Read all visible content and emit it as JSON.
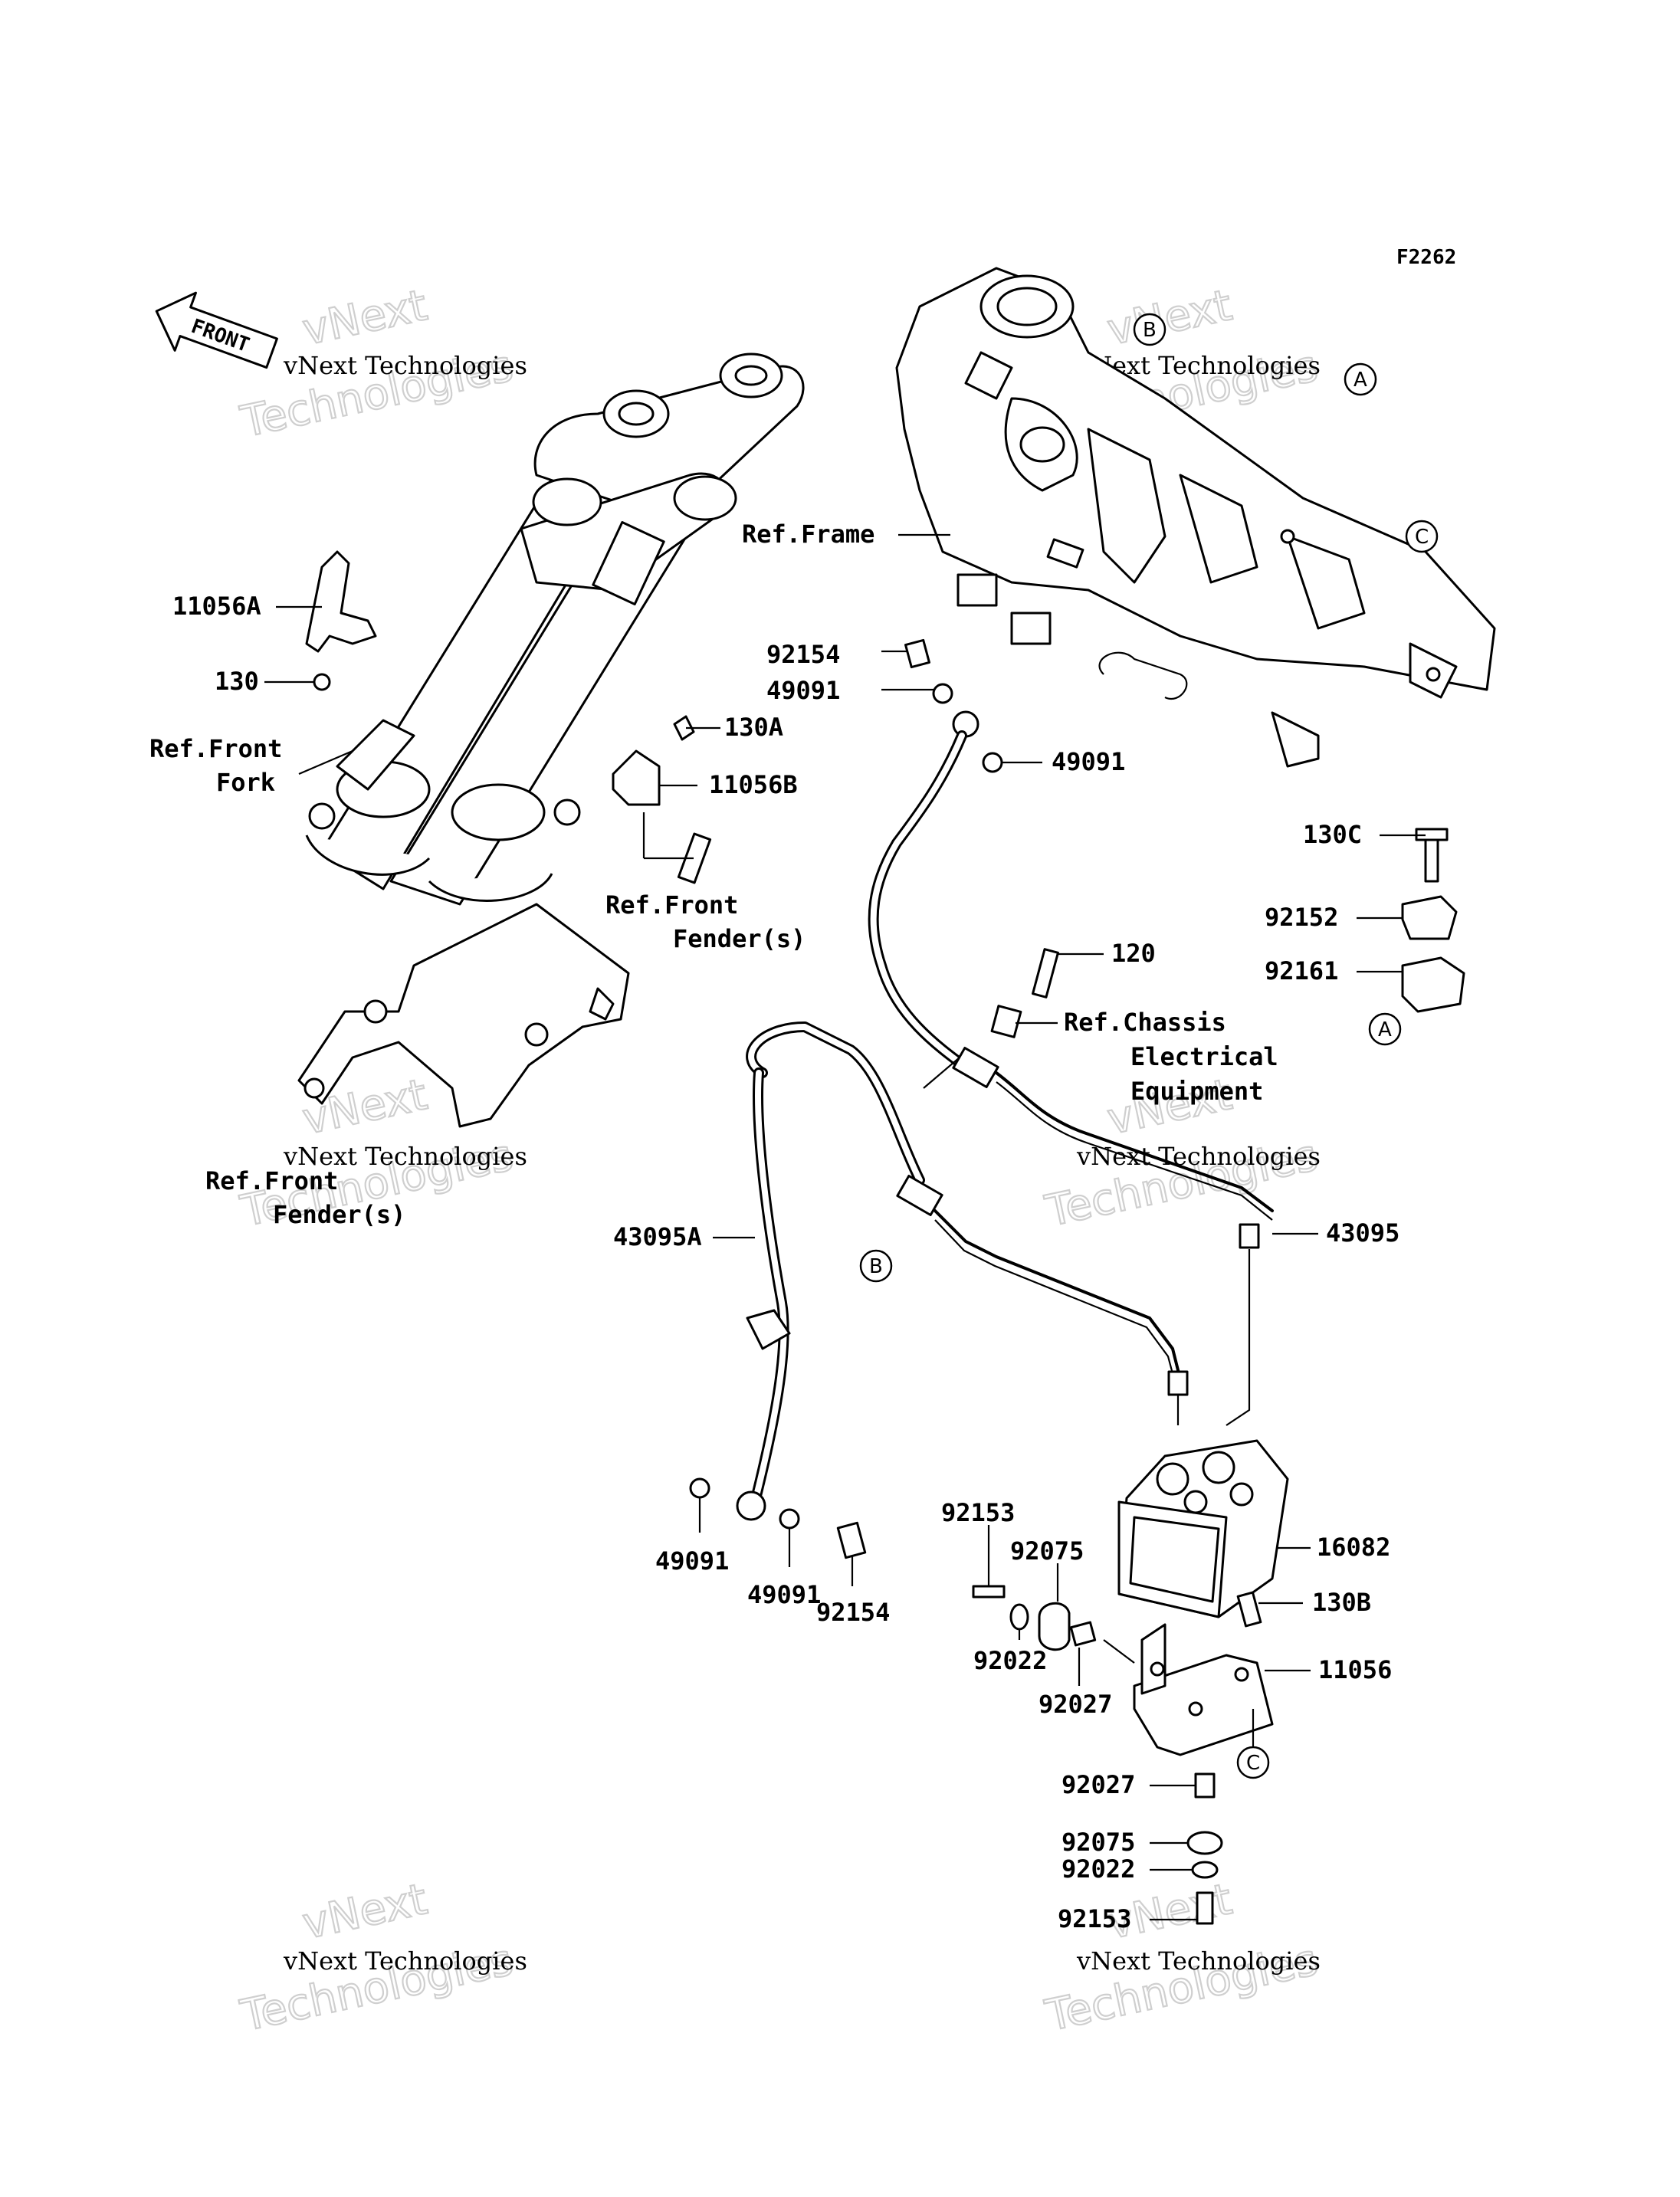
{
  "figure_code": "F2262",
  "front_arrow": "FRONT",
  "watermark": {
    "line1": "vNext Technologies",
    "line2": "vNext",
    "line3": "Technologies"
  },
  "refs": {
    "frame": "Ref.Frame",
    "front_fork_1": "Ref.Front",
    "front_fork_2": "Fork",
    "front_fender_a1": "Ref.Front",
    "front_fender_a2": "Fender(s)",
    "front_fender_b1": "Ref.Front",
    "front_fender_b2": "Fender(s)",
    "chassis_1": "Ref.Chassis",
    "chassis_2": "Electrical",
    "chassis_3": "Equipment"
  },
  "callouts": {
    "A": "A",
    "B": "B",
    "C": "C"
  },
  "parts": {
    "p11056A": "11056A",
    "p130": "130",
    "p130A": "130A",
    "p11056B": "11056B",
    "p92154_top": "92154",
    "p49091_top1": "49091",
    "p49091_top2": "49091",
    "p130C": "130C",
    "p92152": "92152",
    "p92161": "92161",
    "p120": "120",
    "p43095A": "43095A",
    "p43095": "43095",
    "p49091_b1": "49091",
    "p49091_b2": "49091",
    "p92154_b": "92154",
    "p92153_a": "92153",
    "p92075_a": "92075",
    "p16082": "16082",
    "p130B": "130B",
    "p92022_a": "92022",
    "p92027_a": "92027",
    "p11056": "11056",
    "p92027_b": "92027",
    "p92075_b": "92075",
    "p92022_b": "92022",
    "p92153_b": "92153"
  }
}
